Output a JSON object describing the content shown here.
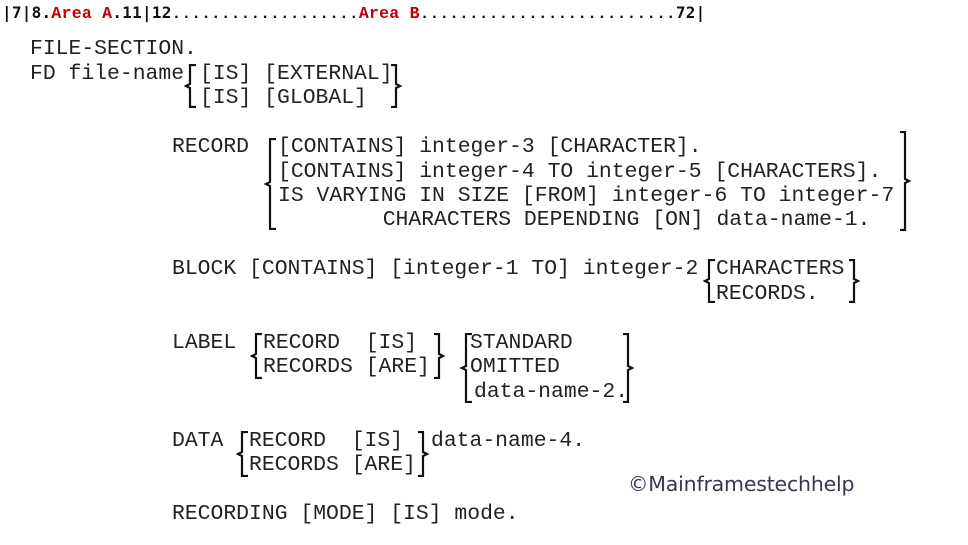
{
  "ruler": {
    "prefix": "|7|8.",
    "area_a": "Area A",
    "mid": ".11|12",
    "dots_1": "...................",
    "area_b": "Area B",
    "dots_2": "..........................",
    "suffix": "72|",
    "label_color": "#c00000"
  },
  "syntax": {
    "file_section": "FILE-SECTION.",
    "fd": {
      "keyword": "FD file-name",
      "options": [
        "[IS] [EXTERNAL]",
        "[IS] [GLOBAL]"
      ]
    },
    "record": {
      "keyword": "RECORD",
      "options": [
        "[CONTAINS] integer-3 [CHARACTER].",
        "[CONTAINS] integer-4 TO integer-5 [CHARACTERS].",
        "IS VARYING IN SIZE [FROM] integer-6 TO integer-7",
        "        CHARACTERS DEPENDING [ON] data-name-1."
      ]
    },
    "block": {
      "keyword": "BLOCK [CONTAINS] [integer-1 TO] integer-2",
      "options": [
        "CHARACTERS",
        "RECORDS."
      ]
    },
    "label": {
      "keyword": "LABEL",
      "options_1": [
        "RECORD  [IS]",
        "RECORDS [ARE]"
      ],
      "options_2": [
        "STANDARD",
        "OMITTED",
        "data-name-2."
      ]
    },
    "data": {
      "keyword": "DATA",
      "options": [
        "RECORD  [IS]",
        "RECORDS [ARE]"
      ],
      "suffix": "data-name-4."
    },
    "recording": "RECORDING [MODE] [IS] mode."
  },
  "watermark": "©Mainframestechhelp"
}
